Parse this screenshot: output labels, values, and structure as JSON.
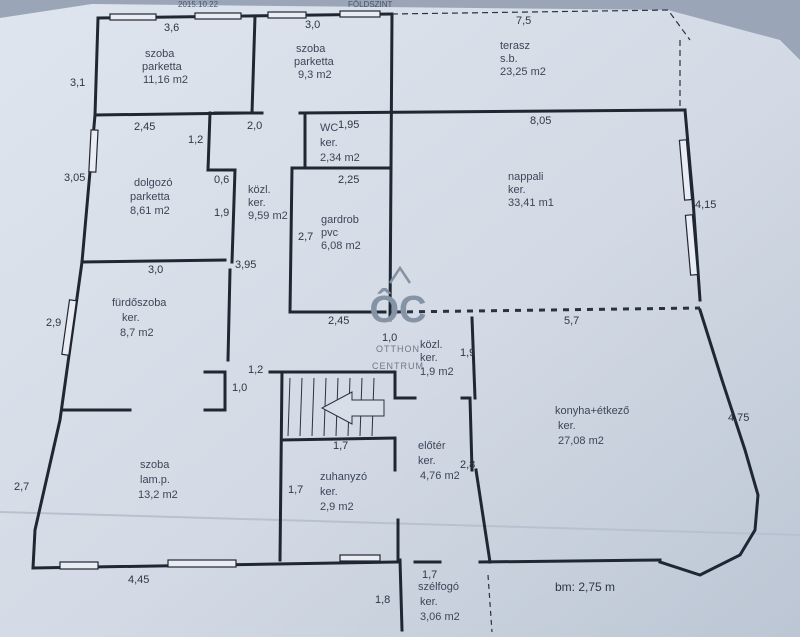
{
  "header": {
    "date": "2015.10.22",
    "floor": "FÖLDSZINT"
  },
  "rooms": [
    {
      "id": "szoba-1",
      "lines": [
        "szoba",
        "parketta",
        "11,16 m2"
      ]
    },
    {
      "id": "szoba-2",
      "lines": [
        "szoba",
        "parketta",
        "9,3 m2"
      ]
    },
    {
      "id": "terasz",
      "lines": [
        "terasz",
        "s.b.",
        "23,25 m2"
      ]
    },
    {
      "id": "wc",
      "lines": [
        "WC",
        "ker.",
        "2,34 m2"
      ]
    },
    {
      "id": "dolgozo",
      "lines": [
        "dolgozó",
        "parketta",
        "8,61 m2"
      ]
    },
    {
      "id": "kozl-1",
      "lines": [
        "közl.",
        "ker.",
        "9,59 m2"
      ]
    },
    {
      "id": "gardrob",
      "lines": [
        "gardrob",
        "pvc",
        "6,08 m2"
      ]
    },
    {
      "id": "nappali",
      "lines": [
        "nappali",
        "ker.",
        "33,41 m1"
      ]
    },
    {
      "id": "furdoszoba",
      "lines": [
        "fürdőszoba",
        "ker.",
        "8,7 m2"
      ]
    },
    {
      "id": "kozl-2",
      "lines": [
        "közl.",
        "ker.",
        "1,9 m2"
      ]
    },
    {
      "id": "konyha",
      "lines": [
        "konyha+étkező",
        "ker.",
        "27,08 m2"
      ]
    },
    {
      "id": "eloter",
      "lines": [
        "előtér",
        "ker.",
        "4,76 m2"
      ]
    },
    {
      "id": "szoba-3",
      "lines": [
        "szoba",
        "lam.p.",
        "13,2 m2"
      ]
    },
    {
      "id": "zuhanyzo",
      "lines": [
        "zuhanyzó",
        "ker.",
        "2,9 m2"
      ]
    },
    {
      "id": "szelfogo",
      "lines": [
        "szélfogó",
        "ker.",
        "3,06 m2"
      ]
    }
  ],
  "dimensions": {
    "d_3_6": "3,6",
    "d_3_0_top": "3,0",
    "d_7_5": "7,5",
    "d_3_1": "3,1",
    "d_2_45_a": "2,45",
    "d_1_2_a": "1,2",
    "d_2_0": "2,0",
    "d_1_95": "1,95",
    "d_8_05": "8,05",
    "d_3_05": "3,05",
    "d_0_6": "0,6",
    "d_2_25": "2,25",
    "d_1_9_a": "1,9",
    "d_2_7_a": "2,7",
    "d_4_15": "4,15",
    "d_3_0_mid": "3,0",
    "d_3_95": "3,95",
    "d_2_9": "2,9",
    "d_2_45_b": "2,45",
    "d_1_0_a": "1,0",
    "d_5_7": "5,7",
    "d_1_9_b": "1,9",
    "d_1_2_b": "1,2",
    "d_1_0_b": "1,0",
    "d_4_75": "4,75",
    "d_1_7_a": "1,7",
    "d_2_8": "2,8",
    "d_2_7_b": "2,7",
    "d_1_7_b": "1,7",
    "d_4_45": "4,45",
    "d_1_7_c": "1,7",
    "d_1_8": "1,8"
  },
  "ceiling_height": "bm: 2,75 m",
  "watermark": {
    "logo": "ÔC",
    "line1": "OTTHON",
    "line2": "CENTRUM"
  }
}
